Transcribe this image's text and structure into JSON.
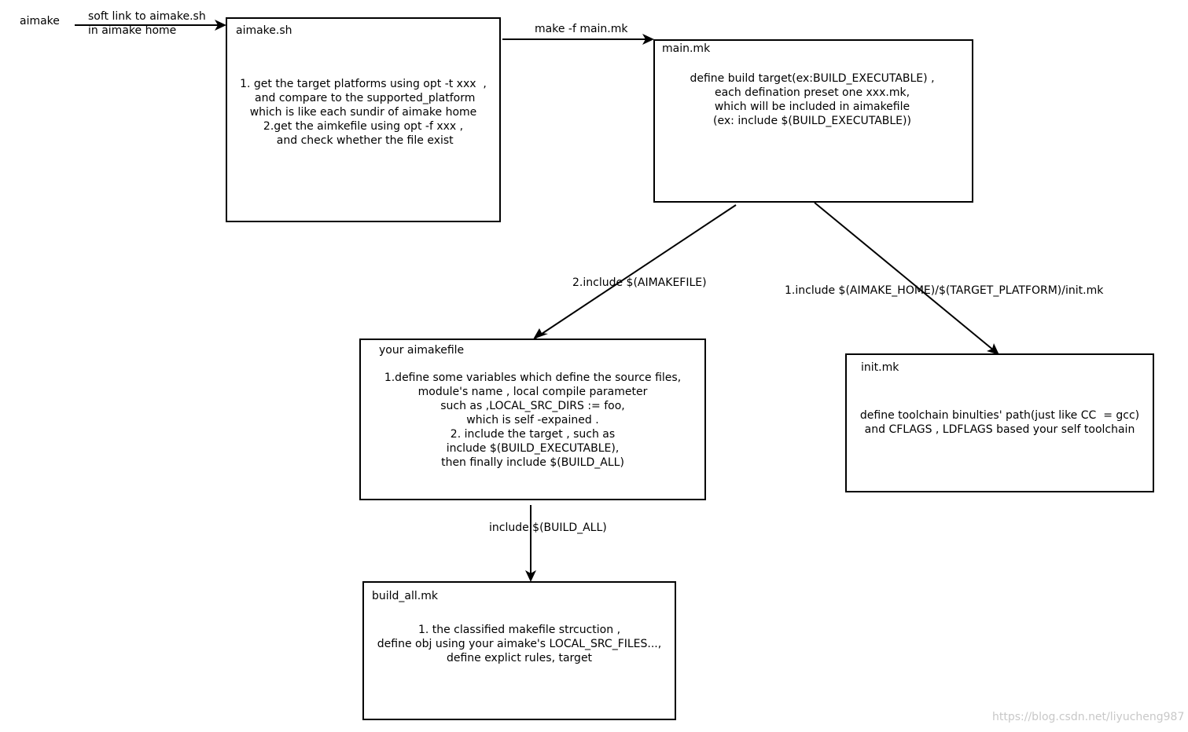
{
  "entry": {
    "label": "aimake"
  },
  "edges": {
    "softlink": {
      "label_line1": "soft link to aimake.sh",
      "label_line2": "in aimake home"
    },
    "make": {
      "label": "make -f main.mk"
    },
    "include_aimakefile": {
      "label": "2.include $(AIMAKEFILE)"
    },
    "include_init": {
      "label": "1.include $(AIMAKE_HOME)/$(TARGET_PLATFORM)/init.mk"
    },
    "include_build_all": {
      "label": "include $(BUILD_ALL)"
    }
  },
  "nodes": {
    "aimake_sh": {
      "title": "aimake.sh",
      "body": "1. get the target platforms using opt -t xxx  ,\n and compare to the supported_platform\nwhich is like each sundir of aimake home\n2.get the aimkefile using opt -f xxx ,\n and check whether the file exist"
    },
    "main_mk": {
      "title": "main.mk",
      "body": "define build target(ex:BUILD_EXECUTABLE) ,\neach defination preset one xxx.mk,\nwhich will be included in aimakefile\n(ex: include $(BUILD_EXECUTABLE))"
    },
    "aimakefile": {
      "title": "your aimakefile",
      "body": "1.define some variables which define the source files,\nmodule's name , local compile parameter\nsuch as ,LOCAL_SRC_DIRS := foo,\nwhich is self -expained .\n2. include the target , such as\ninclude $(BUILD_EXECUTABLE),\nthen finally include $(BUILD_ALL)"
    },
    "init_mk": {
      "title": "init.mk",
      "body": "define toolchain binulties' path(just like CC  = gcc)\nand CFLAGS , LDFLAGS based your self toolchain"
    },
    "build_all_mk": {
      "title": "build_all.mk",
      "body": "1. the classified makefile strcuction ,\ndefine obj using your aimake's LOCAL_SRC_FILES...,\ndefine explict rules, target"
    }
  },
  "watermark": "https://blog.csdn.net/liyucheng987"
}
